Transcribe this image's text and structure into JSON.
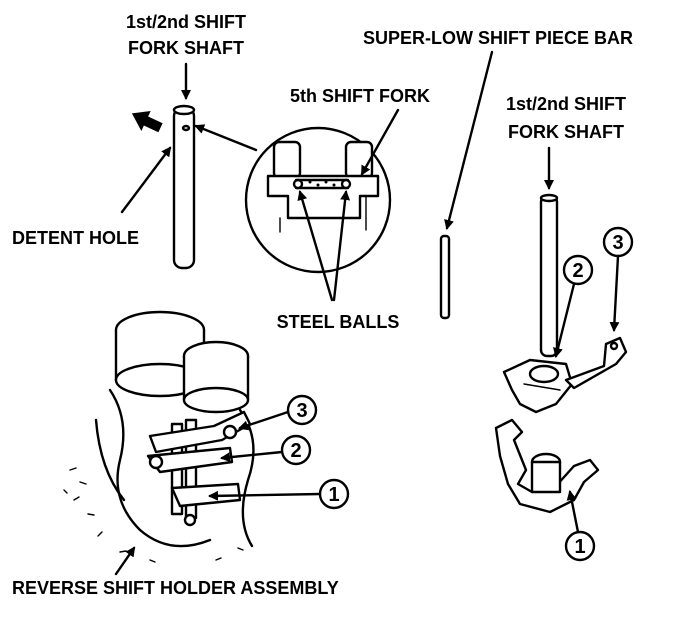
{
  "labels": {
    "shaft_left_line1": "1st/2nd SHIFT",
    "shaft_left_line2": "FORK SHAFT",
    "fifth_fork": "5th SHIFT FORK",
    "super_low_bar": "SUPER-LOW SHIFT PIECE BAR",
    "shaft_right_line1": "1st/2nd SHIFT",
    "shaft_right_line2": "FORK SHAFT",
    "detent_hole": "DETENT HOLE",
    "steel_balls": "STEEL BALLS",
    "reverse_holder": "REVERSE SHIFT HOLDER ASSEMBLY"
  },
  "callouts": {
    "left_3": "3",
    "left_2": "2",
    "left_1": "1",
    "right_2": "2",
    "right_3": "3",
    "right_1": "1"
  }
}
